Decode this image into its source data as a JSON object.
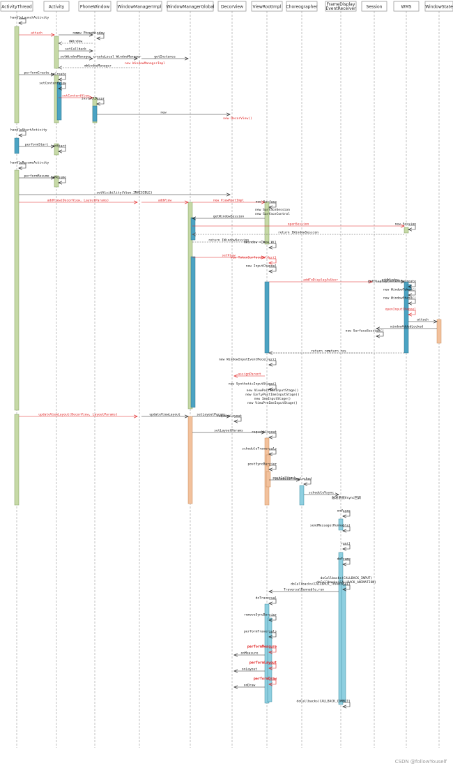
{
  "participants": [
    {
      "id": "at",
      "label": "ActivityThread"
    },
    {
      "id": "act",
      "label": "Activity"
    },
    {
      "id": "pw",
      "label": "PhoneWindow"
    },
    {
      "id": "wmi",
      "label": "WindowManagerImpl"
    },
    {
      "id": "wmg",
      "label": "WindowManagerGlobal"
    },
    {
      "id": "dv",
      "label": "DecorView"
    },
    {
      "id": "vri",
      "label": "ViewRootImpl"
    },
    {
      "id": "cho",
      "label": "Choreographer"
    },
    {
      "id": "fde",
      "label": "FrameDisplay EventReceiver"
    },
    {
      "id": "ses",
      "label": "Session"
    },
    {
      "id": "wms",
      "label": "WMS"
    },
    {
      "id": "ws",
      "label": "WindowState"
    }
  ],
  "messages": [
    {
      "text": "handleLaunchActivity",
      "style": "normal"
    },
    {
      "text": "attach",
      "style": "red"
    },
    {
      "text": "new",
      "style": "normal"
    },
    {
      "text": "new PhoneWindow",
      "style": "normal"
    },
    {
      "text": "mWindow",
      "style": "normal"
    },
    {
      "text": "setCallback",
      "style": "normal"
    },
    {
      "text": "setWindowManager",
      "style": "normal"
    },
    {
      "text": "createLocal WindowManager",
      "style": "normal"
    },
    {
      "text": "getInstance",
      "style": "normal"
    },
    {
      "text": "new WindowManagerImpl",
      "style": "red"
    },
    {
      "text": "mWindowManager",
      "style": "normal"
    },
    {
      "text": "performCreate",
      "style": "normal"
    },
    {
      "text": "onCreate",
      "style": "normal"
    },
    {
      "text": "setContentView",
      "style": "normal"
    },
    {
      "text": "setContentView",
      "style": "red"
    },
    {
      "text": "installDecor",
      "style": "normal"
    },
    {
      "text": "new",
      "style": "normal"
    },
    {
      "text": "new DecorView()",
      "style": "red"
    },
    {
      "text": "handleStartActivity",
      "style": "normal"
    },
    {
      "text": "performStart",
      "style": "normal"
    },
    {
      "text": "onStart",
      "style": "normal"
    },
    {
      "text": "handleResumeActivity",
      "style": "normal"
    },
    {
      "text": "performResume",
      "style": "normal"
    },
    {
      "text": "onResume",
      "style": "normal"
    },
    {
      "text": "setVisibility(View.INVISIBLE)",
      "style": "normal"
    },
    {
      "text": "addView(DecorView, LayoutParams)",
      "style": "red"
    },
    {
      "text": "addView",
      "style": "red"
    },
    {
      "text": "new ViewRootImpl",
      "style": "red"
    },
    {
      "text": "new Surface",
      "style": "normal"
    },
    {
      "text": "new SurfaceSession",
      "style": "normal"
    },
    {
      "text": "new SurfaceControl",
      "style": "normal"
    },
    {
      "text": "getWindowSession",
      "style": "normal"
    },
    {
      "text": "openSession",
      "style": "red"
    },
    {
      "text": "new Session",
      "style": "normal"
    },
    {
      "text": "return IWindowSession",
      "style": "normal"
    },
    {
      "text": "return IWindowSession",
      "style": "normal"
    },
    {
      "text": "mWindow = new W()",
      "style": "normal"
    },
    {
      "text": "setView",
      "style": "red"
    },
    {
      "text": "new TokenSurfaceHolder()",
      "style": "red"
    },
    {
      "text": "new InputChannel",
      "style": "normal"
    },
    {
      "text": "addToDisplayAsUser",
      "style": "red"
    },
    {
      "text": "addWindow",
      "style": "normal"
    },
    {
      "text": "getDisplayContentOrCreate",
      "style": "normal"
    },
    {
      "text": "new WindowToken()",
      "style": "normal"
    },
    {
      "text": "new WindowState()",
      "style": "normal"
    },
    {
      "text": "openInputChannel",
      "style": "red"
    },
    {
      "text": "attach",
      "style": "normal"
    },
    {
      "text": "windowAddedLocked",
      "style": "normal"
    },
    {
      "text": "new SurfaceSession()",
      "style": "normal"
    },
    {
      "text": "return res",
      "style": "normal"
    },
    {
      "text": "return res",
      "style": "normal"
    },
    {
      "text": "new WindowInputEventReceiver()",
      "style": "normal"
    },
    {
      "text": "assignParent",
      "style": "red"
    },
    {
      "text": "new SyntheticInputStage()",
      "style": "normal"
    },
    {
      "text": "new ViewPostImeInputStage()",
      "style": "normal"
    },
    {
      "text": "new EarlyPostImeInputStage()",
      "style": "normal"
    },
    {
      "text": "new ImeInputStage()",
      "style": "normal"
    },
    {
      "text": "new ViewPreImeInputStage()",
      "style": "normal"
    },
    {
      "text": "updateViewLayout(DecorView, LayoutParams)",
      "style": "red"
    },
    {
      "text": "updateViewLayout",
      "style": "normal"
    },
    {
      "text": "setLayoutParams",
      "style": "normal"
    },
    {
      "text": "requestLayout",
      "style": "normal"
    },
    {
      "text": "setLayoutParams",
      "style": "normal"
    },
    {
      "text": "requestLayout",
      "style": "normal"
    },
    {
      "text": "scheduleTraversals",
      "style": "normal"
    },
    {
      "text": "postSyncBarrier",
      "style": "normal"
    },
    {
      "text": "postCallback",
      "style": "normal"
    },
    {
      "text": "scheduleFrameLocked",
      "style": "normal"
    },
    {
      "text": "scheduleVsync",
      "style": "normal"
    },
    {
      "text": "触发系统Vsync回调",
      "style": "normal"
    },
    {
      "text": "onVsync",
      "style": "normal"
    },
    {
      "text": "sendMessage(Runnable)",
      "style": "normal"
    },
    {
      "text": "run()",
      "style": "normal"
    },
    {
      "text": "doFrame",
      "style": "normal"
    },
    {
      "text": "doCallbacks(CALLBACK_INPUT)",
      "style": "normal"
    },
    {
      "text": "doCallbacks(CALLBACK_ANIMATION)",
      "style": "normal"
    },
    {
      "text": "doCallbacks(CALLBACK_TRAVERSAL)",
      "style": "normal"
    },
    {
      "text": "TraversalRunnable.run",
      "style": "normal"
    },
    {
      "text": "doTraversal",
      "style": "normal"
    },
    {
      "text": "removeSyncBarrier",
      "style": "normal"
    },
    {
      "text": "performTraversals",
      "style": "normal"
    },
    {
      "text": "performMeasure",
      "style": "red-bold"
    },
    {
      "text": "onMeasure",
      "style": "normal"
    },
    {
      "text": "performLayout",
      "style": "red-bold"
    },
    {
      "text": "onLayout",
      "style": "normal"
    },
    {
      "text": "performDraw",
      "style": "red-bold"
    },
    {
      "text": "onDraw",
      "style": "normal"
    },
    {
      "text": "doCallbacks(CALLBACK_COMMIT)",
      "style": "normal"
    }
  ],
  "watermark": "CSDN @followYouself",
  "colors": {
    "activation_green": "#c6d9a6",
    "activation_blue": "#4ba3c3",
    "activation_light_blue": "#8ecfe0",
    "activation_orange": "#f2c19c",
    "highlight_red": "#e02020"
  }
}
